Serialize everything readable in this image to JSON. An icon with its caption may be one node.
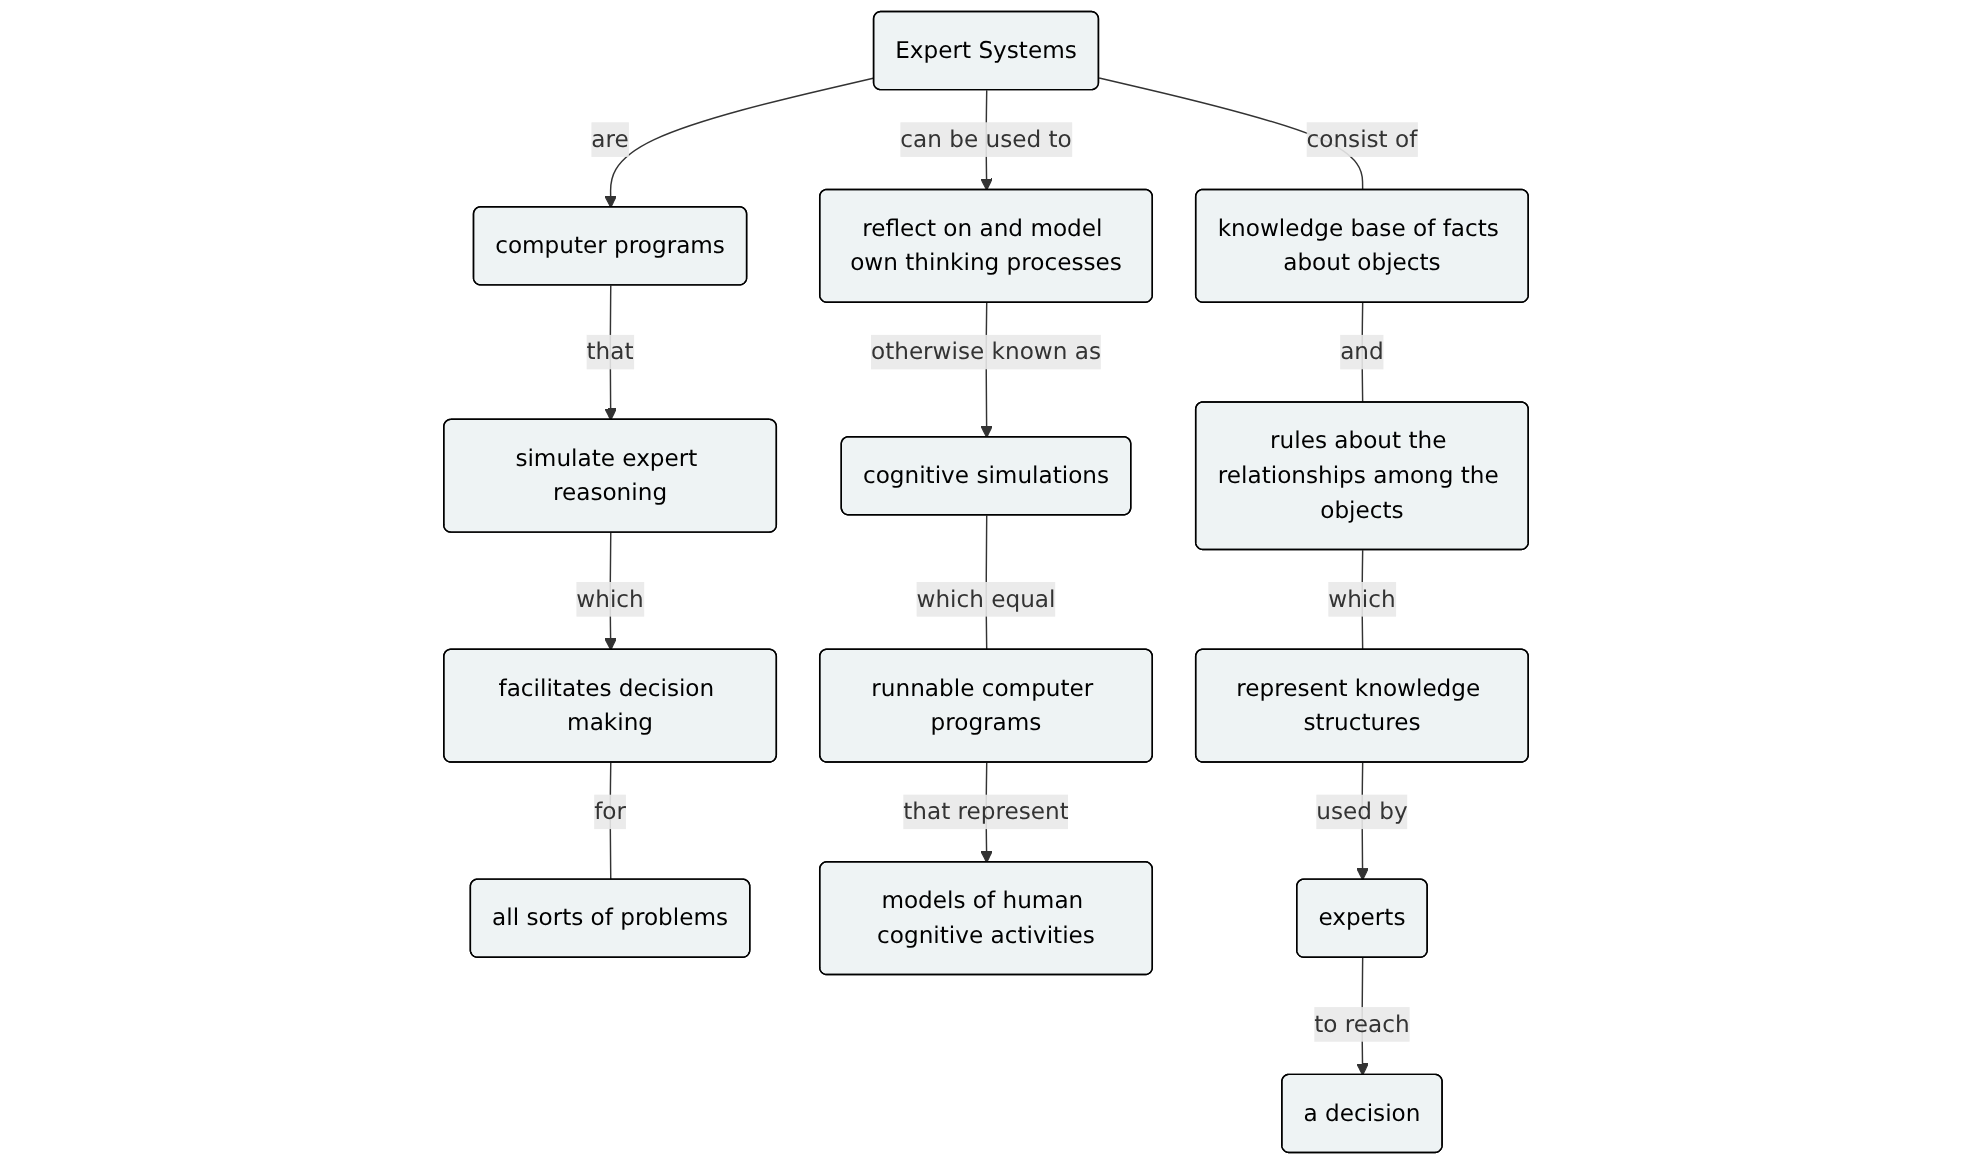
{
  "diagram": {
    "nodes": [
      {
        "text": [
          "cognitive simulations"
        ]
      },
      {
        "text": [
          "simulate expert reasoning"
        ]
      },
      {
        "text": [
          "facilitates decision making"
        ]
      },
      {
        "text": [
          "all sorts of problems"
        ]
      },
      {
        "text": [
          "computer programs"
        ]
      },
      {
        "text": [
          "reflect on and model own thinking processes"
        ]
      },
      {
        "text": [
          "runnable computer programs"
        ]
      },
      {
        "text": [
          "Expert Systems"
        ]
      },
      {
        "text": [
          "models of human cognitive activities"
        ]
      },
      {
        "text": [
          "a decision"
        ]
      },
      {
        "text": [
          "knowledge base of facts about objects"
        ]
      },
      {
        "text": [
          "experts"
        ]
      },
      {
        "text": [
          "represent knowledge structures"
        ]
      },
      {
        "text": [
          "rules about the relationships among the objects"
        ]
      }
    ],
    "edges": [
      {
        "from": 1,
        "to": 2,
        "arrow": "to",
        "label": "which"
      },
      {
        "from": 2,
        "to": 3,
        "arrow": "none",
        "label": "for"
      },
      {
        "from": 4,
        "to": 1,
        "arrow": "to",
        "label": "that"
      },
      {
        "from": 7,
        "to": 4,
        "arrow": "to",
        "label": "are"
      },
      {
        "from": 7,
        "to": 5,
        "arrow": "to",
        "label": "can be used to"
      },
      {
        "from": 5,
        "to": 0,
        "arrow": "to",
        "label": "otherwise known as"
      },
      {
        "from": 0,
        "to": 6,
        "arrow": "none",
        "label": "which equal"
      },
      {
        "from": 6,
        "to": 8,
        "arrow": "to",
        "label": "that represent"
      },
      {
        "from": 7,
        "to": 10,
        "arrow": "none",
        "label": "consist of"
      },
      {
        "from": 10,
        "to": 13,
        "arrow": "none",
        "label": "and"
      },
      {
        "from": 13,
        "to": 12,
        "arrow": "none",
        "label": "which"
      },
      {
        "from": 12,
        "to": 11,
        "arrow": "to",
        "label": "used by"
      },
      {
        "from": 11,
        "to": 9,
        "arrow": "to",
        "label": "to reach"
      }
    ]
  }
}
